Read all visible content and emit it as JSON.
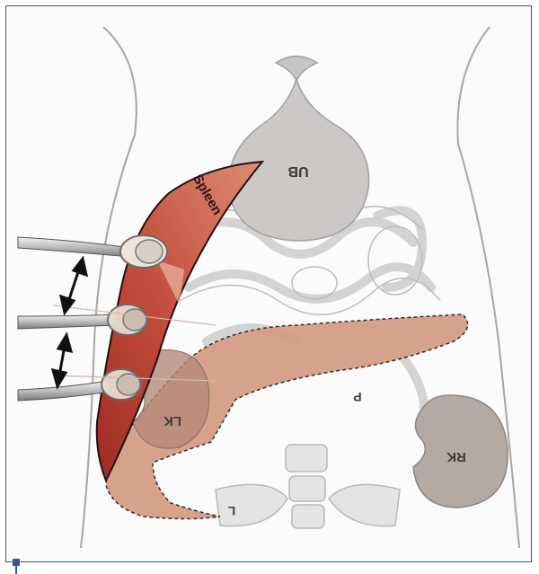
{
  "labels": {
    "spleen": "Spleen",
    "bladder": "UB",
    "left_kidney": "LK",
    "right_kidney": "RK",
    "pancreas": "P",
    "liver": "L"
  },
  "colors": {
    "frame": "#2f5f8a",
    "spleen_dark": "#a8322a",
    "spleen_light": "#d9826c",
    "pancreas": "#d69a82",
    "organ_gray": "#c9c6c4",
    "kidney_gray": "#b5aca6",
    "outline": "#8c8c8c"
  }
}
